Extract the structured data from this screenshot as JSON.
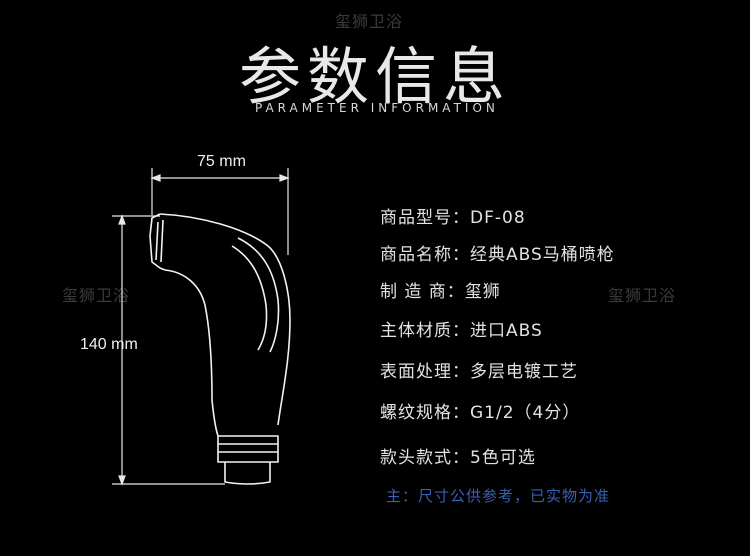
{
  "watermarks": {
    "top": "玺狮卫浴",
    "left": "玺狮卫浴",
    "right": "玺狮卫浴"
  },
  "header": {
    "title": "参数信息",
    "subtitle": "PARAMETER INFORMATION"
  },
  "dimensions": {
    "width_label": "75 mm",
    "height_label": "140 mm"
  },
  "specs": [
    {
      "label": "商品型号：",
      "value": "DF-08"
    },
    {
      "label": "商品名称：",
      "value": "经典ABS马桶喷枪"
    },
    {
      "label": "制 造 商：",
      "value": "玺狮"
    },
    {
      "label": "主体材质：",
      "value": "进口ABS"
    },
    {
      "label": "表面处理：",
      "value": "多层电镀工艺"
    },
    {
      "label": "螺纹规格：",
      "value": "G1/2（4分）"
    },
    {
      "label": "款头款式：",
      "value": "5色可选"
    }
  ],
  "note": "主：尺寸公供参考，已实物为准",
  "colors": {
    "background": "#000000",
    "text": "#e2e2e2",
    "note": "#3a5fb3",
    "watermark": "#3a3a3a"
  }
}
